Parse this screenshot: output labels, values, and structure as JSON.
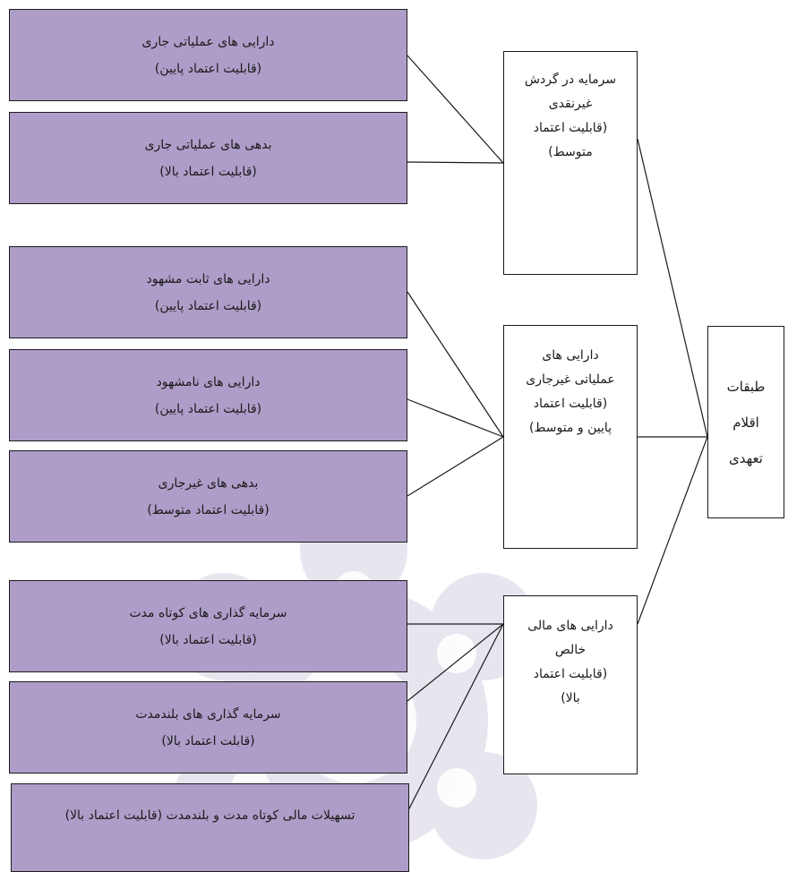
{
  "leaves_group1": [
    {
      "title": "دارایی های عملیاتی جاری",
      "sub": "(قابلیت اعتماد پایین)"
    },
    {
      "title": "بدهی های عملیاتی جاری",
      "sub": "(قابلیت اعتماد بالا)"
    }
  ],
  "leaves_group2": [
    {
      "title": "دارایی های ثابت مشهود",
      "sub": "(قابلیت اعتماد پایین)"
    },
    {
      "title": "دارایی های نامشهود",
      "sub": "(قابلیت اعتماد پایین)"
    },
    {
      "title": "بدهی های غیرجاری",
      "sub": "(قابلیت اعتماد متوسط)"
    }
  ],
  "leaves_group3": [
    {
      "title": "سرمایه گذاری های کوتاه مدت",
      "sub": "(قابلیت اعتماد بالا)"
    },
    {
      "title": "سرمایه گذاری های بلندمدت",
      "sub": "(قابلت اعتماد بالا)"
    },
    {
      "title": "تسهیلات مالی کوتاه مدت و بلندمدت (قابلیت اعتماد بالا)"
    }
  ],
  "middle": [
    {
      "lines": [
        "سرمایه در گردش",
        "غیرنقدی",
        "(قابلیت اعتماد",
        "متوسط)"
      ]
    },
    {
      "lines": [
        "دارایی های",
        "عملیاتی غیرجاری",
        "(قابلیت اعتماد",
        "پایین و متوسط)"
      ]
    },
    {
      "lines": [
        "دارایی های مالی",
        "خالص",
        "(قابلیت اعتماد",
        "بالا)"
      ]
    }
  ],
  "root": {
    "lines": [
      "طبقات",
      "اقلام",
      "تعهدی"
    ]
  },
  "colors": {
    "leaf_fill": "#ae9dc8",
    "border": "#1a1a1a",
    "watermark": "#d7d0e2"
  }
}
